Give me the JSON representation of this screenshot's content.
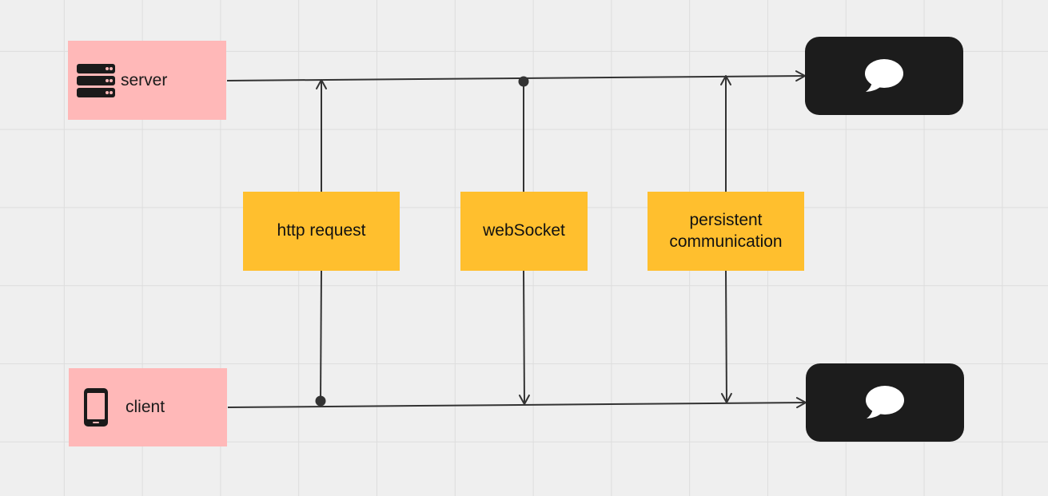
{
  "diagram": {
    "colors": {
      "background": "#efefef",
      "grid": "#dddddd",
      "endpoint_fill": "#ffb8b8",
      "protocol_fill": "#ffbf2e",
      "chat_fill": "#1c1c1c",
      "connector": "#333333"
    },
    "nodes": {
      "server": {
        "label": "server",
        "icon": "server-icon"
      },
      "client": {
        "label": "client",
        "icon": "smartphone-icon"
      },
      "http": {
        "label": "http request"
      },
      "websocket": {
        "label": "webSocket"
      },
      "persistent": {
        "label_line1": "persistent",
        "label_line2": "communication"
      },
      "chat_top": {
        "icon": "chat-bubble-icon"
      },
      "chat_bottom": {
        "icon": "chat-bubble-icon"
      }
    },
    "edges": [
      {
        "from": "server",
        "to": "chat_top",
        "start": "none",
        "end": "arrow"
      },
      {
        "from": "client",
        "to": "chat_bottom",
        "start": "none",
        "end": "arrow"
      },
      {
        "from": "http",
        "to": "server",
        "start": "none",
        "end": "arrow"
      },
      {
        "from": "http",
        "to": "client",
        "start": "none",
        "end": "dot"
      },
      {
        "from": "websocket",
        "to": "server",
        "start": "none",
        "end": "dot"
      },
      {
        "from": "websocket",
        "to": "client",
        "start": "none",
        "end": "arrow"
      },
      {
        "from": "persistent",
        "to": "server",
        "start": "none",
        "end": "arrow"
      },
      {
        "from": "persistent",
        "to": "client",
        "start": "none",
        "end": "arrow"
      }
    ]
  }
}
